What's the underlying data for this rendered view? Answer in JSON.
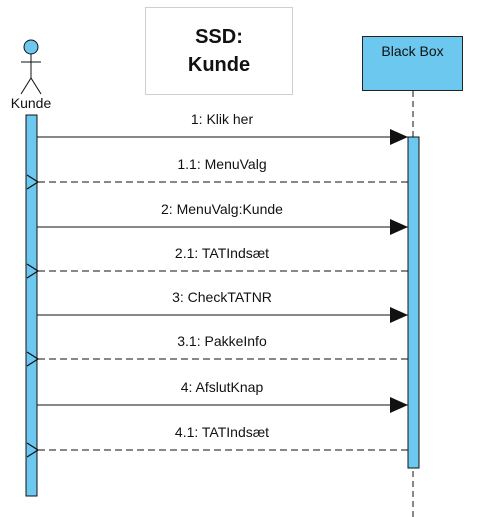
{
  "diagram": {
    "title_line1": "SSD:",
    "title_line2": "Kunde",
    "actor_name": "Kunde",
    "system_name": "Black Box",
    "colors": {
      "activation": "#6cc8ee",
      "line": "#111111"
    },
    "messages": [
      {
        "label": "1: Klik her",
        "type": "call"
      },
      {
        "label": "1.1: MenuValg",
        "type": "return"
      },
      {
        "label": "2: MenuValg:Kunde",
        "type": "call"
      },
      {
        "label": "2.1: TATIndsæt",
        "type": "return"
      },
      {
        "label": "3: CheckTATNR",
        "type": "call"
      },
      {
        "label": "3.1: PakkeInfo",
        "type": "return"
      },
      {
        "label": "4: AfslutKnap",
        "type": "call"
      },
      {
        "label": "4.1: TATIndsæt",
        "type": "return"
      }
    ]
  }
}
